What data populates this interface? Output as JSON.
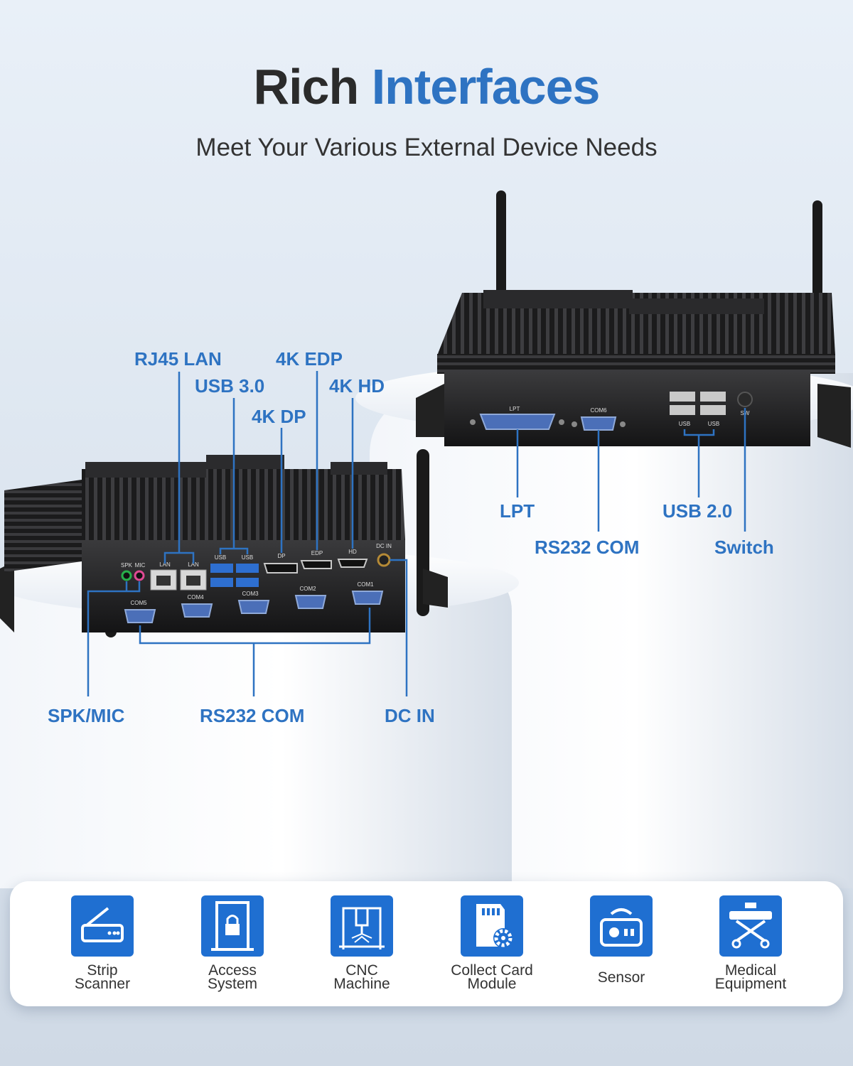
{
  "header": {
    "title_part1": "Rich",
    "title_part2": "Interfaces",
    "subtitle": "Meet Your Various External Device Needs"
  },
  "colors": {
    "accent": "#2e73c2",
    "icon_bg": "#1f6fd1",
    "title_dark": "#2b2b2b"
  },
  "front_device": {
    "port_prints": {
      "spk": "SPK",
      "mic": "MIC",
      "lan1": "LAN",
      "lan2": "LAN",
      "usb1": "USB",
      "usb2": "USB",
      "dp": "DP",
      "edp": "EDP",
      "hd": "HD",
      "dcin": "DC IN",
      "com5": "COM5",
      "com4": "COM4",
      "com3": "COM3",
      "com2": "COM2",
      "com1": "COM1"
    },
    "callouts": {
      "rj45": "RJ45 LAN",
      "usb3": "USB 3.0",
      "dp": "4K DP",
      "edp": "4K EDP",
      "hd": "4K HD",
      "spkmic": "SPK/MIC",
      "rs232": "RS232 COM",
      "dcin": "DC IN"
    }
  },
  "rear_device": {
    "port_prints": {
      "lpt": "LPT",
      "com6": "COM6",
      "usb1": "USB",
      "usb2": "USB",
      "sw": "SW"
    },
    "callouts": {
      "lpt": "LPT",
      "rs232": "RS232 COM",
      "usb2": "USB 2.0",
      "switch": "Switch"
    }
  },
  "applications": [
    {
      "label": "Strip\nScanner",
      "icon": "scanner-icon"
    },
    {
      "label": "Access\nSystem",
      "icon": "access-lock-icon"
    },
    {
      "label": "CNC\nMachine",
      "icon": "cnc-machine-icon"
    },
    {
      "label": "Collect Card\nModule",
      "icon": "sd-card-gear-icon"
    },
    {
      "label": "Sensor",
      "icon": "sensor-icon"
    },
    {
      "label": "Medical\nEquipment",
      "icon": "medical-stretcher-icon"
    }
  ]
}
